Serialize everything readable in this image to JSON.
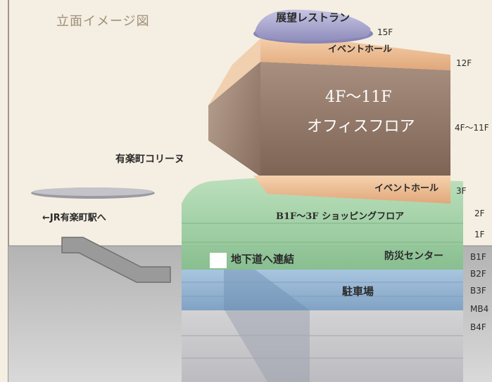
{
  "title": "立面イメージ図",
  "labels": {
    "restaurant": "展望レストラン",
    "event_hall_top": "イベントホール",
    "office_line1": "4F〜11F",
    "office_line2": "オフィスフロア",
    "corridor": "有楽町コリーヌ",
    "event_hall_bottom": "イベントホール",
    "jr_station": "←JR有楽町駅へ",
    "shopping": "B1F〜3F ショッピングフロア",
    "disaster_center": "防災センター",
    "underground_link": "地下道へ連結",
    "parking": "駐車場"
  },
  "floors": {
    "f15": "15F",
    "f12": "12F",
    "f4_11": "4F〜11F",
    "f3": "3F",
    "f2": "2F",
    "f1": "1F",
    "b1": "B1F",
    "b2": "B2F",
    "b3": "B3F",
    "mb4": "MB4",
    "b4": "B4F"
  },
  "colors": {
    "background": "#f4efe2",
    "office": "#8f7565",
    "event_hall": "#e9b98c",
    "restaurant": "#9d9cc6",
    "shopping": "#9fcfa3",
    "parking": "#93b8d8",
    "underground": "#a9a9a9"
  }
}
